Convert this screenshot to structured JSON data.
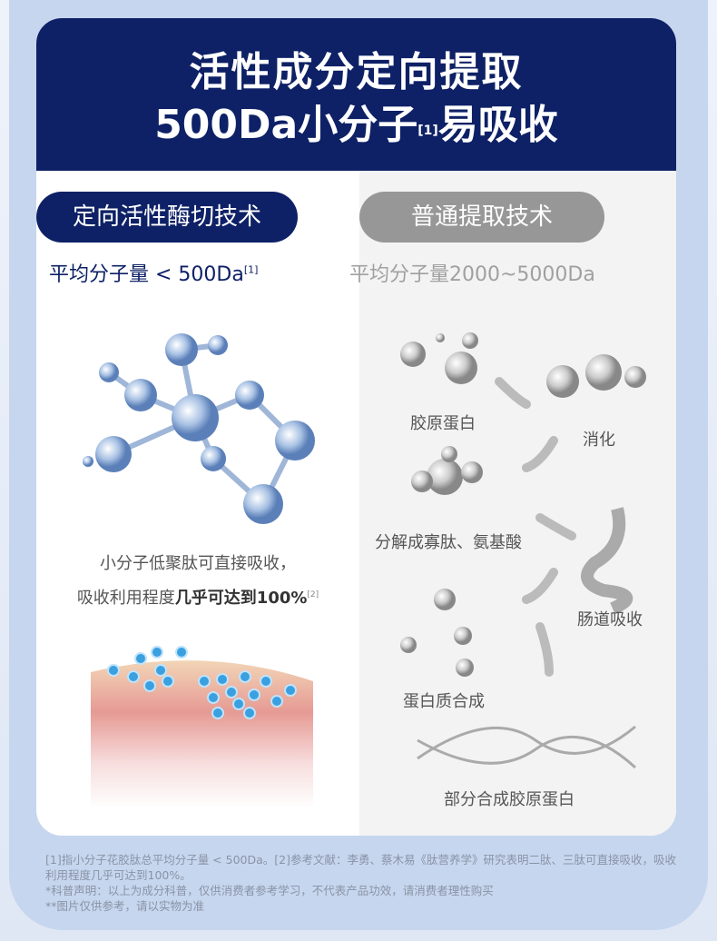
{
  "header": {
    "line1": "活性成分定向提取",
    "line2_main": "500Da小分子",
    "line2_sup": "[1]",
    "line2_end": "易吸收"
  },
  "left": {
    "pill": "定向活性酶切技术",
    "subtitle": "平均分子量 < 500Da",
    "subtitle_sup": "[1]",
    "desc1": "小分子低聚肽可直接吸收，",
    "desc2_pre": "吸收利用程度",
    "desc2_bold": "几乎可达到100%",
    "desc2_sup": "[2]"
  },
  "right": {
    "pill": "普通提取技术",
    "subtitle": "平均分子量2000~5000Da",
    "steps": [
      "胶原蛋白",
      "消化",
      "分解成寡肽、氨基酸",
      "肠道吸收",
      "蛋白质合成",
      "部分合成胶原蛋白"
    ]
  },
  "footer": {
    "note1": "[1]指小分子花胶肽总平均分子量 < 500Da。[2]参考文献：李勇、蔡木易《肽营养学》研究表明二肽、三肽可直接吸收，吸收利用程度几乎可达到100%。",
    "note2": "*科普声明：以上为成分科普，仅供消费者参考学习，不代表产品功效，请消费者理性购买",
    "note3": "**图片仅供参考，请以实物为准"
  },
  "colors": {
    "navy": "#0e2166",
    "gray_pill": "#979797",
    "outer": "#c6d6ee"
  }
}
